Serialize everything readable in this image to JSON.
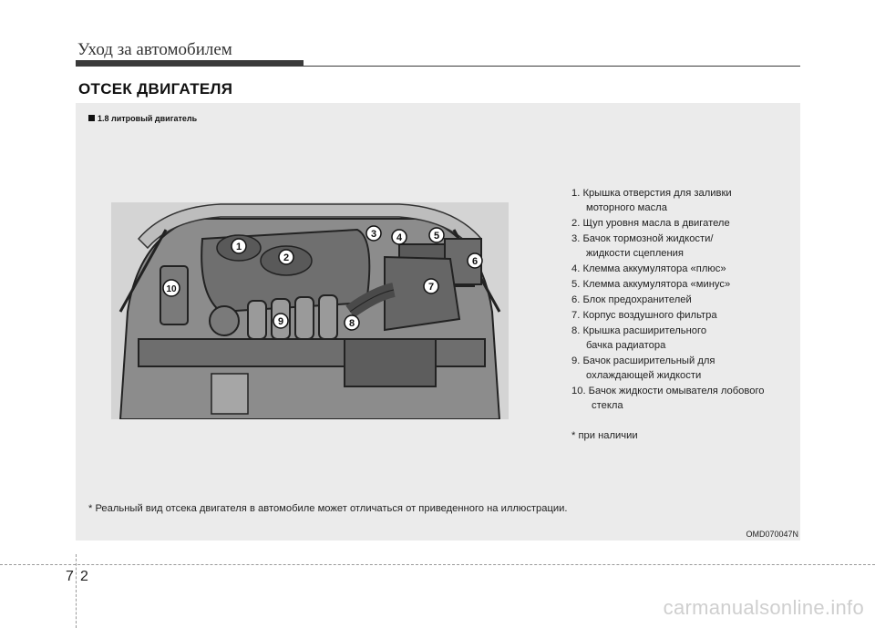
{
  "header": {
    "chapter_title": "Уход за автомобилем"
  },
  "section_title": "ОТСЕК ДВИГАТЕЛЯ",
  "figure": {
    "subtitle": "1.8 литровый двигатель",
    "callouts": [
      "1",
      "2",
      "3",
      "4",
      "5",
      "6",
      "7",
      "8",
      "9",
      "10"
    ],
    "legend": [
      "1. Крышка отверстия для заливки\nмоторного масла",
      "2. Щуп уровня масла в двигателе",
      "3. Бачок тормозной жидкости/\nжидкости сцепления",
      "4. Клемма аккумулятора «плюс»",
      "5. Клемма аккумулятора «минус»",
      "6. Блок предохранителей",
      "7. Корпус воздушного фильтра",
      "8. Крышка расширительного\nбачка радиатора",
      "9. Бачок расширительный для\nохлаждающей жидкости",
      "10. Бачок жидкости омывателя лобового\nстекла"
    ],
    "optional_note": "* при наличии",
    "disclaimer": "* Реальный вид отсека двигателя в автомобиле может отличаться от приведенного на иллюстрации.",
    "code": "OMD070047N"
  },
  "footer": {
    "page_section": "7",
    "page_number": "2",
    "watermark": "carmanualsonline.info"
  }
}
